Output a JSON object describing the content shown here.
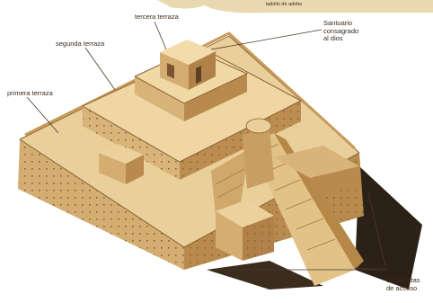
{
  "header": {
    "caption": "ladrillo de adobe"
  },
  "labels": {
    "tercera_terraza": "tercera terraza",
    "segunda_terraza": "segunda terraza",
    "primera_terraza": "primera terraza",
    "santuario": "Santuario\nconsagrado\nal dios",
    "escalinatas": "escalinatas\nde acceso"
  },
  "colors": {
    "stone_top": "#e9cf9a",
    "stone_side_light": "#d9b47a",
    "stone_side_dark": "#b88a4e",
    "shadow": "#2b2116",
    "leader_line": "#4a3a2a",
    "label_text": "#3a2a1a"
  }
}
